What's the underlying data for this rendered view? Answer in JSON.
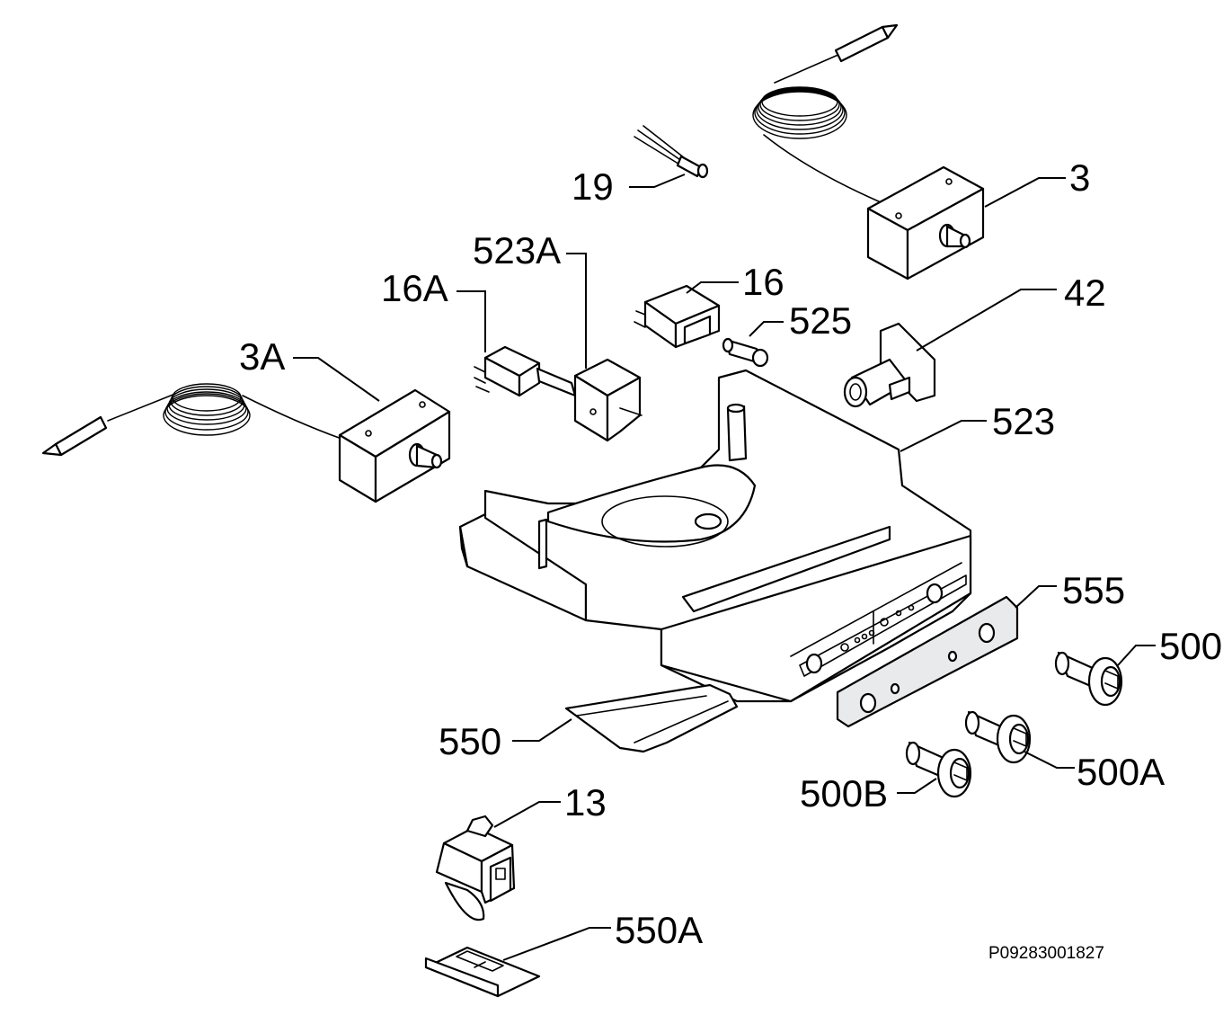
{
  "diagram": {
    "document_code": "P09283001827",
    "labels": {
      "p19": "19",
      "p3": "3",
      "p523A": "523A",
      "p16A": "16A",
      "p16": "16",
      "p525": "525",
      "p42": "42",
      "p3A": "3A",
      "p523": "523",
      "p555": "555",
      "p500": "500",
      "p550": "550",
      "p500A": "500A",
      "p500B": "500B",
      "p13": "13",
      "p550A": "550A"
    },
    "colors": {
      "line": "#000000",
      "panel_shade": "#e9eaec",
      "background": "#ffffff"
    }
  }
}
